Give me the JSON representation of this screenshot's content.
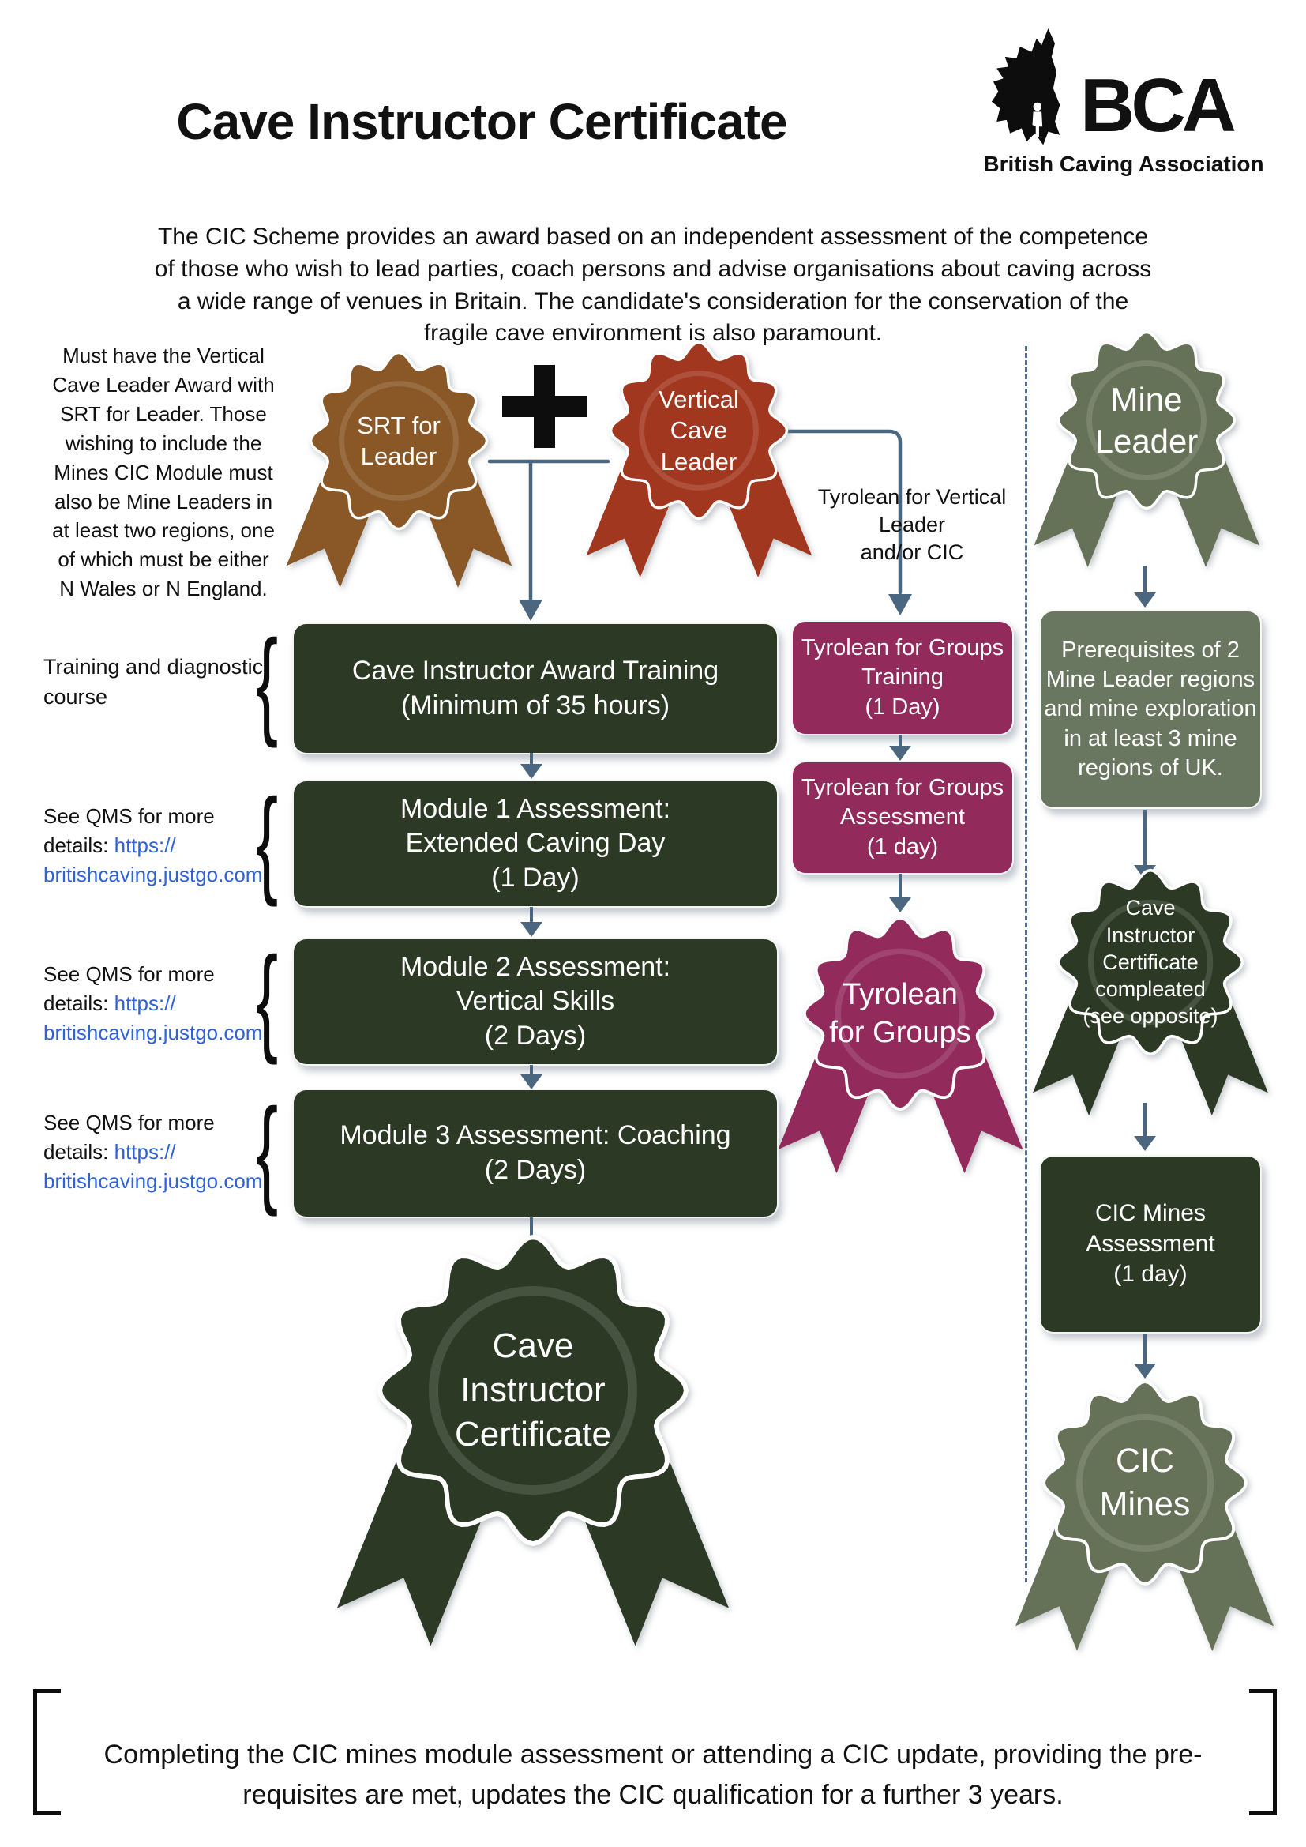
{
  "header": {
    "title": "Cave Instructor Certificate",
    "logo": {
      "acronym": "BCA",
      "org_name": "British Caving Association"
    }
  },
  "intro": "The CIC Scheme provides an award based on an independent assessment of the competence\nof those who wish to lead parties, coach persons and advise organisations about caving across\na wide range of venues in Britain. The candidate's consideration for the conservation of the\nfragile cave environment is also paramount.",
  "glyphs": {
    "brace": "{",
    "plus": "+"
  },
  "icons": {
    "bca-logo": "bat-cave-silhouette",
    "plus": "plus-sign"
  },
  "colors": {
    "brown_rosette": "#8A5827",
    "red_rosette": "#A2371F",
    "dark_green": "#2C3A25",
    "purple": "#922A5C",
    "sage_green": "#6A7760",
    "sage_rosette": "#667257",
    "connector": "#4A677F",
    "link_blue": "#2F62D8"
  },
  "notes": {
    "must_have": "Must have the Vertical\nCave Leader Award with\nSRT for Leader. Those\nwishing to include the\nMines CIC Module must\nalso be Mine Leaders in\nat least two regions, one\nof which must be either\nN Wales or N England.",
    "training": "Training and diagnostic\ncourse",
    "qms": {
      "l1": "See QMS for more",
      "l2": "details: ",
      "url_l1": "https://",
      "url_l2": "britishcaving.justgo.com"
    }
  },
  "main_flow": {
    "srt_rosette": "SRT for\nLeader",
    "vcl_rosette": "Vertical\nCave\nLeader",
    "training_box": "Cave Instructor Award Training\n(Minimum of 35 hours)",
    "module1_box": "Module 1 Assessment:\nExtended Caving Day\n(1 Day)",
    "module2_box": "Module 2 Assessment:\nVertical Skills\n(2 Days)",
    "module3_box": "Module 3 Assessment: Coaching\n(2 Days)",
    "certificate_rosette": "Cave\nInstructor\nCertificate"
  },
  "tyrolean_flow": {
    "branch_label": "Tyrolean for Vertical Leader\nand/or CIC",
    "training_box": "Tyrolean for Groups\nTraining\n(1 Day)",
    "assessment_box": "Tyrolean for Groups\nAssessment\n(1 day)",
    "rosette": "Tyrolean\nfor Groups"
  },
  "mines_flow": {
    "leader_rosette": "Mine\nLeader",
    "prerequisites_box": "Prerequisites of 2\nMine Leader regions\nand mine exploration\nin at least 3 mine\nregions of UK.",
    "completed_rosette": "Cave\nInstructor\nCertificate\ncompleated\n(see opposite)",
    "assessment_box": "CIC Mines\nAssessment\n(1 day)",
    "mines_rosette": "CIC\nMines"
  },
  "footer": {
    "note": "Completing the CIC mines module assessment or attending a CIC update, providing the pre-\nrequisites are met, updates the CIC qualification for a further 3 years."
  }
}
